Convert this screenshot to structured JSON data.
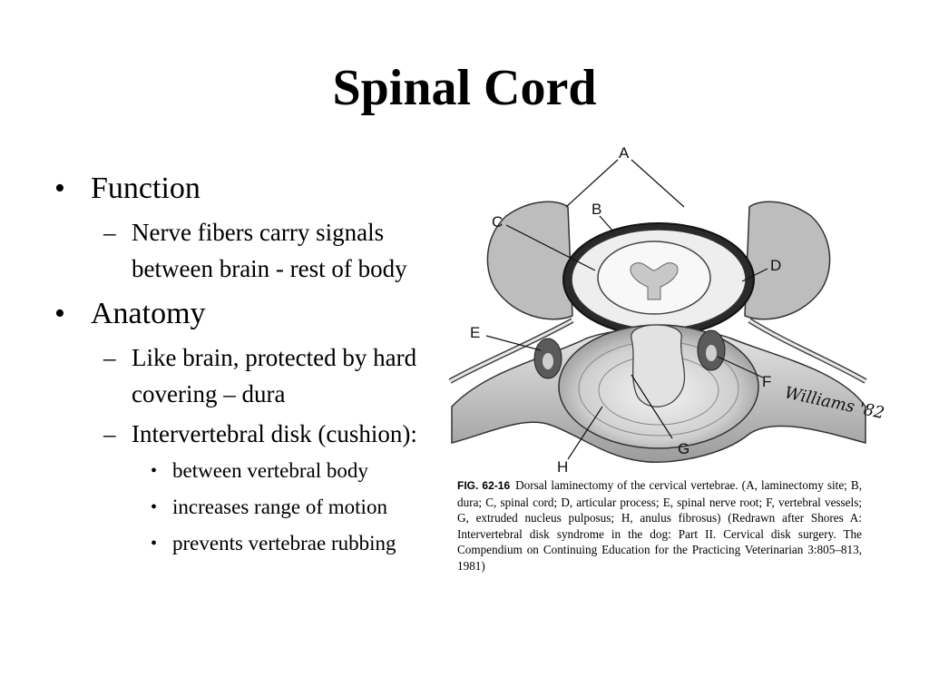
{
  "slide": {
    "title": "Spinal Cord",
    "bullets": [
      {
        "text": "Function",
        "children": [
          {
            "text": "Nerve fibers carry signals between brain - rest of body"
          }
        ]
      },
      {
        "text": "Anatomy",
        "children": [
          {
            "text": "Like brain, protected by hard covering – dura"
          },
          {
            "text": "Intervertebral disk (cushion):",
            "children": [
              {
                "text": "between vertebral body"
              },
              {
                "text": "increases range of motion"
              },
              {
                "text": "prevents vertebrae rubbing"
              }
            ]
          }
        ]
      }
    ]
  },
  "figure": {
    "labels": {
      "a": "A",
      "b": "B",
      "c": "C",
      "d": "D",
      "e": "E",
      "f": "F",
      "g": "G",
      "h": "H"
    },
    "signature": "Williams '82",
    "caption_fig": "FIG. 62-16",
    "caption_text": "Dorsal laminectomy of the cervical vertebrae. (A, laminectomy site; B, dura; C, spinal cord; D, articular process; E, spinal nerve root; F, vertebral vessels; G, extruded nucleus pulposus; H, anulus fibrosus) (Redrawn after Shores A: Intervertebral disk syndrome in the dog: Part II. Cervical disk surgery. The Compendium on Continuing Education for the Practicing Veterinarian 3:805–813, 1981)"
  }
}
